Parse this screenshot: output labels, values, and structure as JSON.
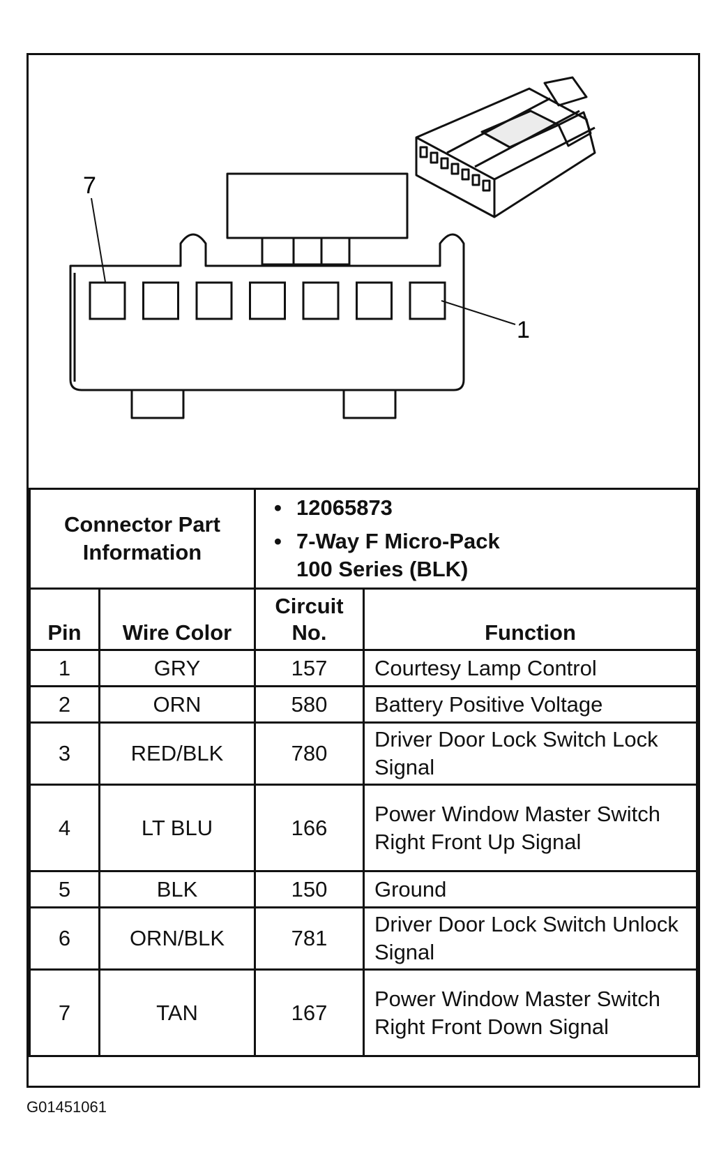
{
  "diagram": {
    "pin_label_left": "7",
    "pin_label_right": "1"
  },
  "connector_info": {
    "label": "Connector Part Information",
    "values": [
      "12065873",
      "7-Way F Micro-Pack",
      "100 Series (BLK)"
    ],
    "bullet": "•"
  },
  "pin_table": {
    "headers": [
      "Pin",
      "Wire Color",
      "Circuit No.",
      "Function"
    ],
    "rows": [
      {
        "pin": "1",
        "color": "GRY",
        "circuit": "157",
        "function": "Courtesy Lamp Control"
      },
      {
        "pin": "2",
        "color": "ORN",
        "circuit": "580",
        "function": "Battery Positive Voltage"
      },
      {
        "pin": "3",
        "color": "RED/BLK",
        "circuit": "780",
        "function": "Driver Door Lock Switch Lock Signal"
      },
      {
        "pin": "4",
        "color": "LT BLU",
        "circuit": "166",
        "function": "Power Window Master Switch Right Front Up Signal"
      },
      {
        "pin": "5",
        "color": "BLK",
        "circuit": "150",
        "function": "Ground"
      },
      {
        "pin": "6",
        "color": "ORN/BLK",
        "circuit": "781",
        "function": "Driver Door Lock Switch Unlock Signal"
      },
      {
        "pin": "7",
        "color": "TAN",
        "circuit": "167",
        "function": "Power Window Master Switch Right Front Down Signal"
      }
    ]
  },
  "figure_id": "G01451061"
}
